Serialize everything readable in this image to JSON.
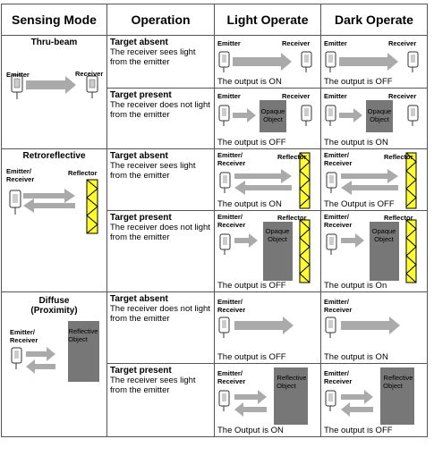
{
  "headers": [
    "Sensing Mode",
    "Operation",
    "Light Operate",
    "Dark Operate"
  ],
  "labels": {
    "emitter": "Emitter",
    "receiver": "Receiver",
    "emitter_receiver_1": "Emitter/",
    "emitter_receiver_2": "Receiver",
    "reflector": "Reflector",
    "opaque_1": "Opaque",
    "opaque_2": "Object",
    "reflective_1": "Reflective",
    "reflective_2": "Object"
  },
  "modes": [
    {
      "name": "Thru-beam",
      "name2": ""
    },
    {
      "name": "Retroreflective",
      "name2": ""
    },
    {
      "name": "Diffuse",
      "name2": "(Proximity)"
    }
  ],
  "rows": [
    {
      "op": "Target absent",
      "desc": "The receiver sees light from the emitter",
      "light": "The output is ON",
      "dark": "The output is OFF"
    },
    {
      "op": "Target present",
      "desc": "The receiver does not light from the emitter",
      "light": "The output is OFF",
      "dark": "The output is ON"
    },
    {
      "op": "Target absent",
      "desc": "The receiver sees light from the emitter",
      "light": "The output is ON",
      "dark": "The Output is OFF"
    },
    {
      "op": "Target present",
      "desc": "The receiver does not light from the emitter",
      "light": "The output is OFF",
      "dark": "The output is On"
    },
    {
      "op": "Target absent",
      "desc": "The receiver does not light from the emitter",
      "light": "The output is OFF",
      "dark": "The output is ON"
    },
    {
      "op": "Target present",
      "desc": "The receiver sees light from the emitter",
      "light": "The Output is ON",
      "dark": "The output is OFF"
    }
  ]
}
